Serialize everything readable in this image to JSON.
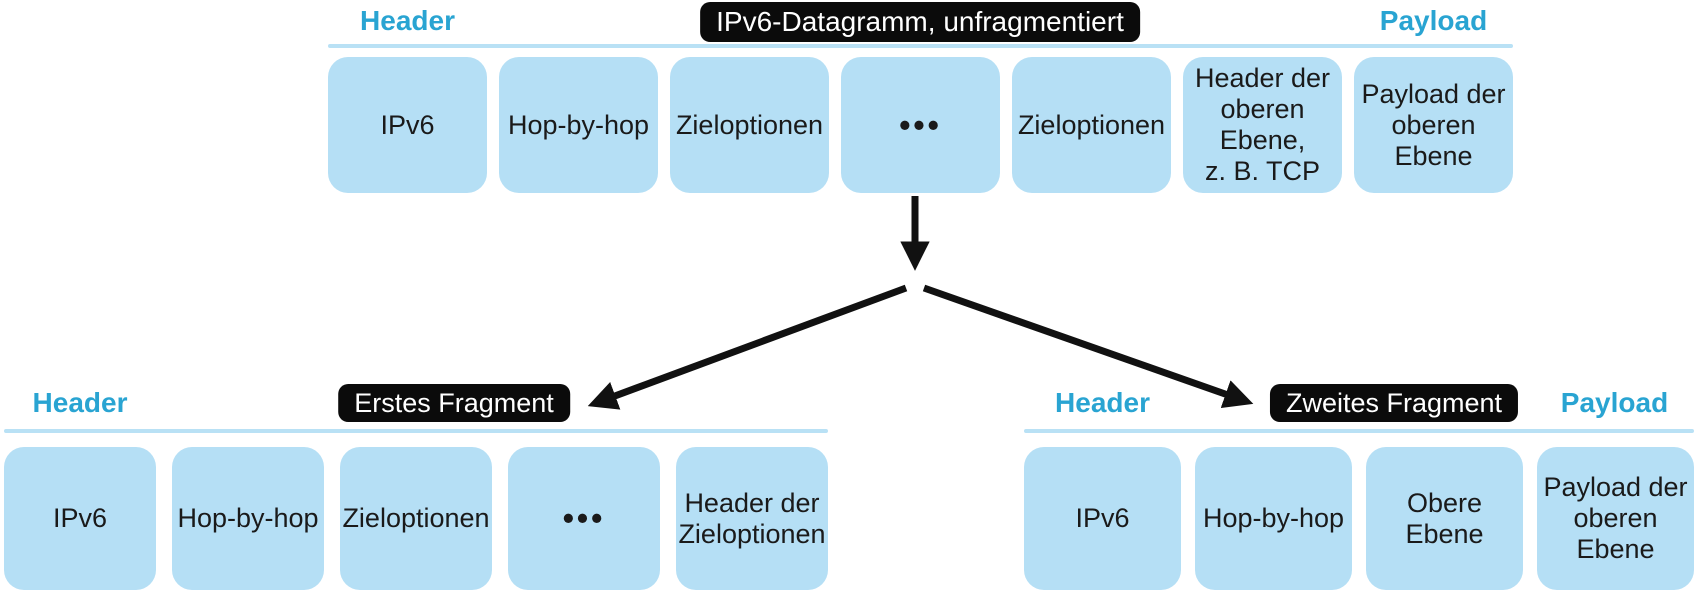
{
  "colors": {
    "accent_blue": "#29A4D2",
    "box_fill": "#B5DFF5",
    "divider": "#B9E1F5",
    "badge_bg": "#0B0B0B",
    "badge_text": "#FFFFFF",
    "box_text": "#1A1A1A",
    "arrow": "#111111"
  },
  "top_datagram": {
    "header_label": "Header",
    "badge": "IPv6-Datagramm, unfragmentiert",
    "payload_label": "Payload",
    "boxes": [
      "IPv6",
      "Hop-by-hop",
      "Zieloptionen",
      "•••",
      "Zieloptionen",
      "Header der\noberen\nEbene,\nz. B. TCP",
      "Payload der\noberen\nEbene"
    ]
  },
  "first_fragment": {
    "header_label": "Header",
    "badge": "Erstes Fragment",
    "boxes": [
      "IPv6",
      "Hop-by-hop",
      "Zieloptionen",
      "•••",
      "Header der\nZieloptionen"
    ]
  },
  "second_fragment": {
    "header_label": "Header",
    "badge": "Zweites Fragment",
    "payload_label": "Payload",
    "boxes": [
      "IPv6",
      "Hop-by-hop",
      "Obere\nEbene",
      "Payload der\noberen\nEbene"
    ]
  }
}
